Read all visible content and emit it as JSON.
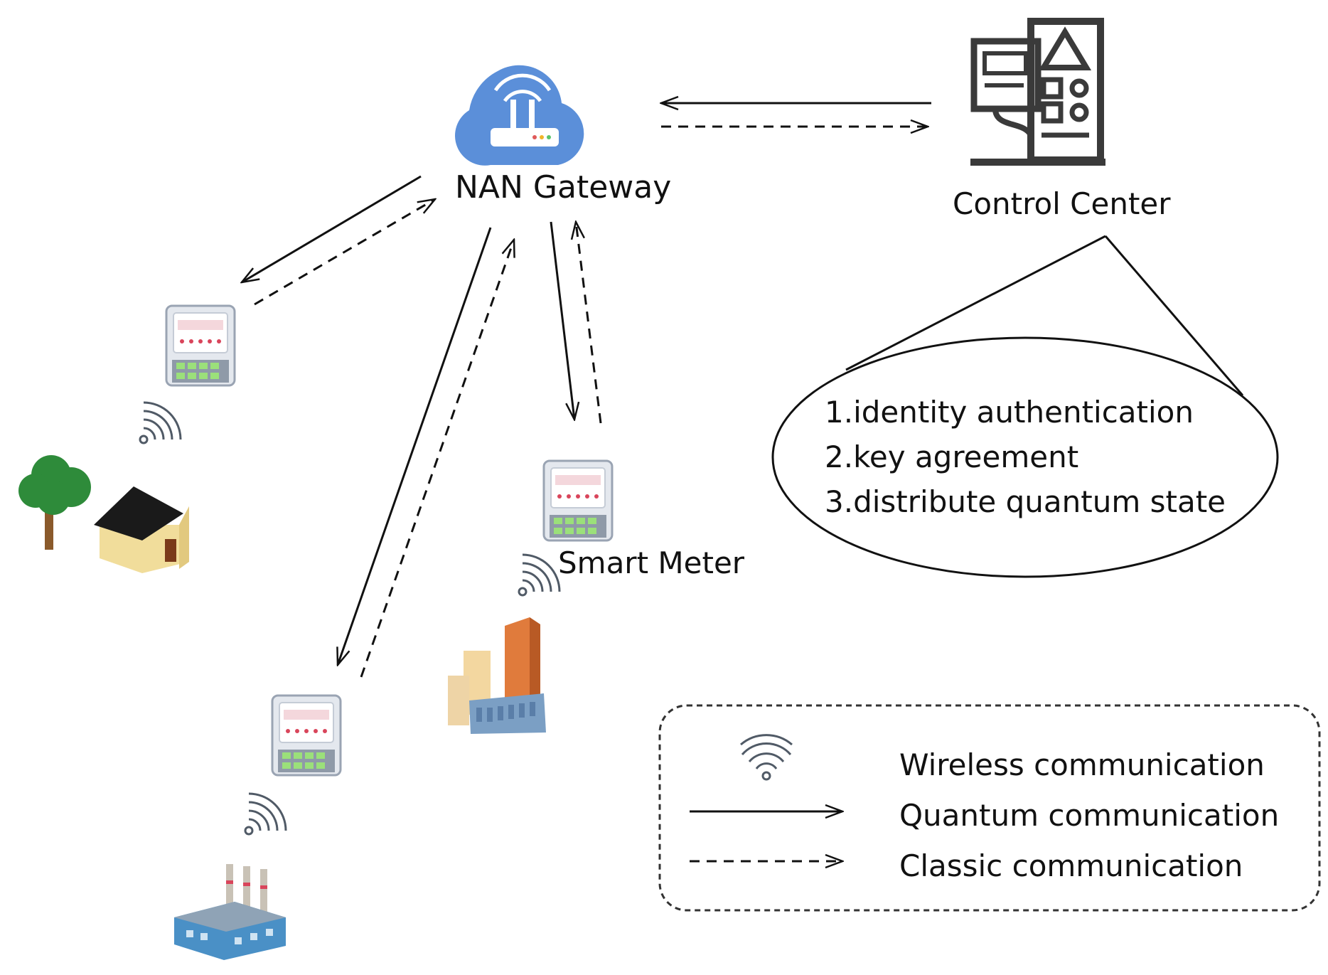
{
  "nodes": {
    "gateway_label": "NAN Gateway",
    "control_center_label": "Control Center",
    "smart_meter_label": "Smart Meter"
  },
  "control_center_tasks": [
    "1.identity authentication",
    "2.key agreement",
    "3.distribute quantum state"
  ],
  "legend": {
    "wireless": "Wireless communication",
    "quantum": "Quantum communication",
    "classic": "Classic communication"
  },
  "colors": {
    "cloud": "#5b8fd9",
    "tree": "#2e8b3a",
    "house_wall": "#f1dd9b",
    "roof": "#1a1a1a",
    "building_orange": "#e07b3c",
    "factory_blue": "#4a90c6"
  },
  "icons": [
    "router-cloud-icon",
    "control-panel-icon",
    "smart-meter-icon",
    "wifi-icon",
    "house-icon",
    "tree-icon",
    "buildings-icon",
    "factory-icon"
  ]
}
